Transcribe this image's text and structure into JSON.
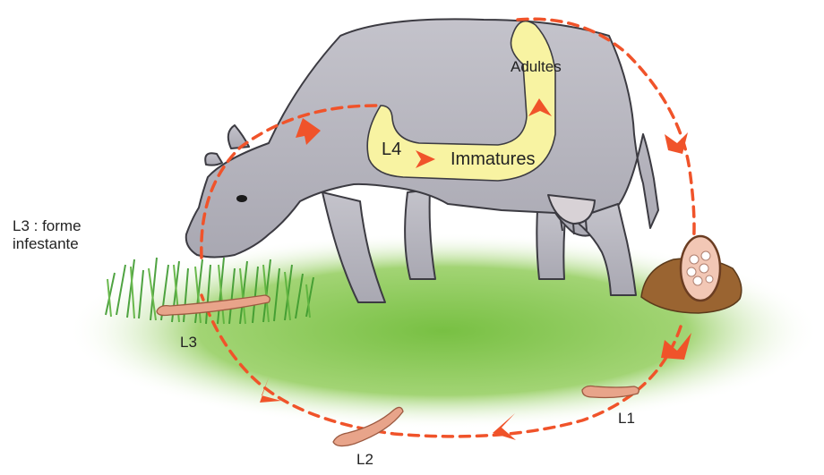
{
  "labels": {
    "l3_forme": [
      "L3 : forme",
      "infestante"
    ],
    "adultes": "Adultes",
    "l4": "L4",
    "immatures": "Immatures",
    "l3": "L3",
    "l2": "L2",
    "l1": "L1"
  },
  "colors": {
    "cow_body": "#b9b8c1",
    "cow_outline": "#3c3b42",
    "intestine": "#f8f3a2",
    "arrow": "#f0532a",
    "pasture": "#7fc64a",
    "grass": "#3d9a2e",
    "larva": "#e8a48a",
    "dung": "#9a6431",
    "egg": "#f2c7b5"
  }
}
